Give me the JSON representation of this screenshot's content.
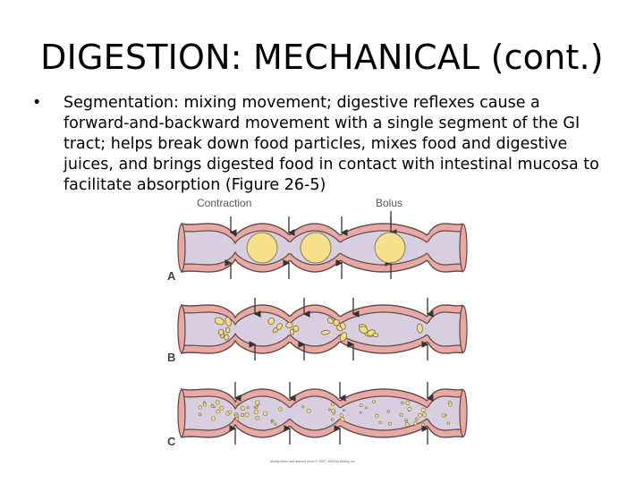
{
  "slide": {
    "title": "DIGESTION: MECHANICAL (cont.)",
    "bullet_symbol": "•",
    "bullet_text": "Segmentation: mixing movement; digestive reflexes cause a forward-and-backward movement with a single segment of the GI tract; helps break down food particles, mixes food and digestive juices, and brings digested food in contact with intestinal mucosa to facilitate absorption (Figure 26-5)"
  },
  "figure": {
    "label_contraction": "Contraction",
    "label_bolus": "Bolus",
    "panels": [
      "A",
      "B",
      "C"
    ],
    "credit": "Mosby items and derived items © 2007, 2003 by Mosby, Inc.",
    "colors": {
      "wall": "#e9a8a1",
      "wall_stroke": "#5a4a4a",
      "lumen": "#d7cfe0",
      "bolus": "#f7e08c",
      "particles": "#f4dc86",
      "arrow": "#333333"
    }
  }
}
